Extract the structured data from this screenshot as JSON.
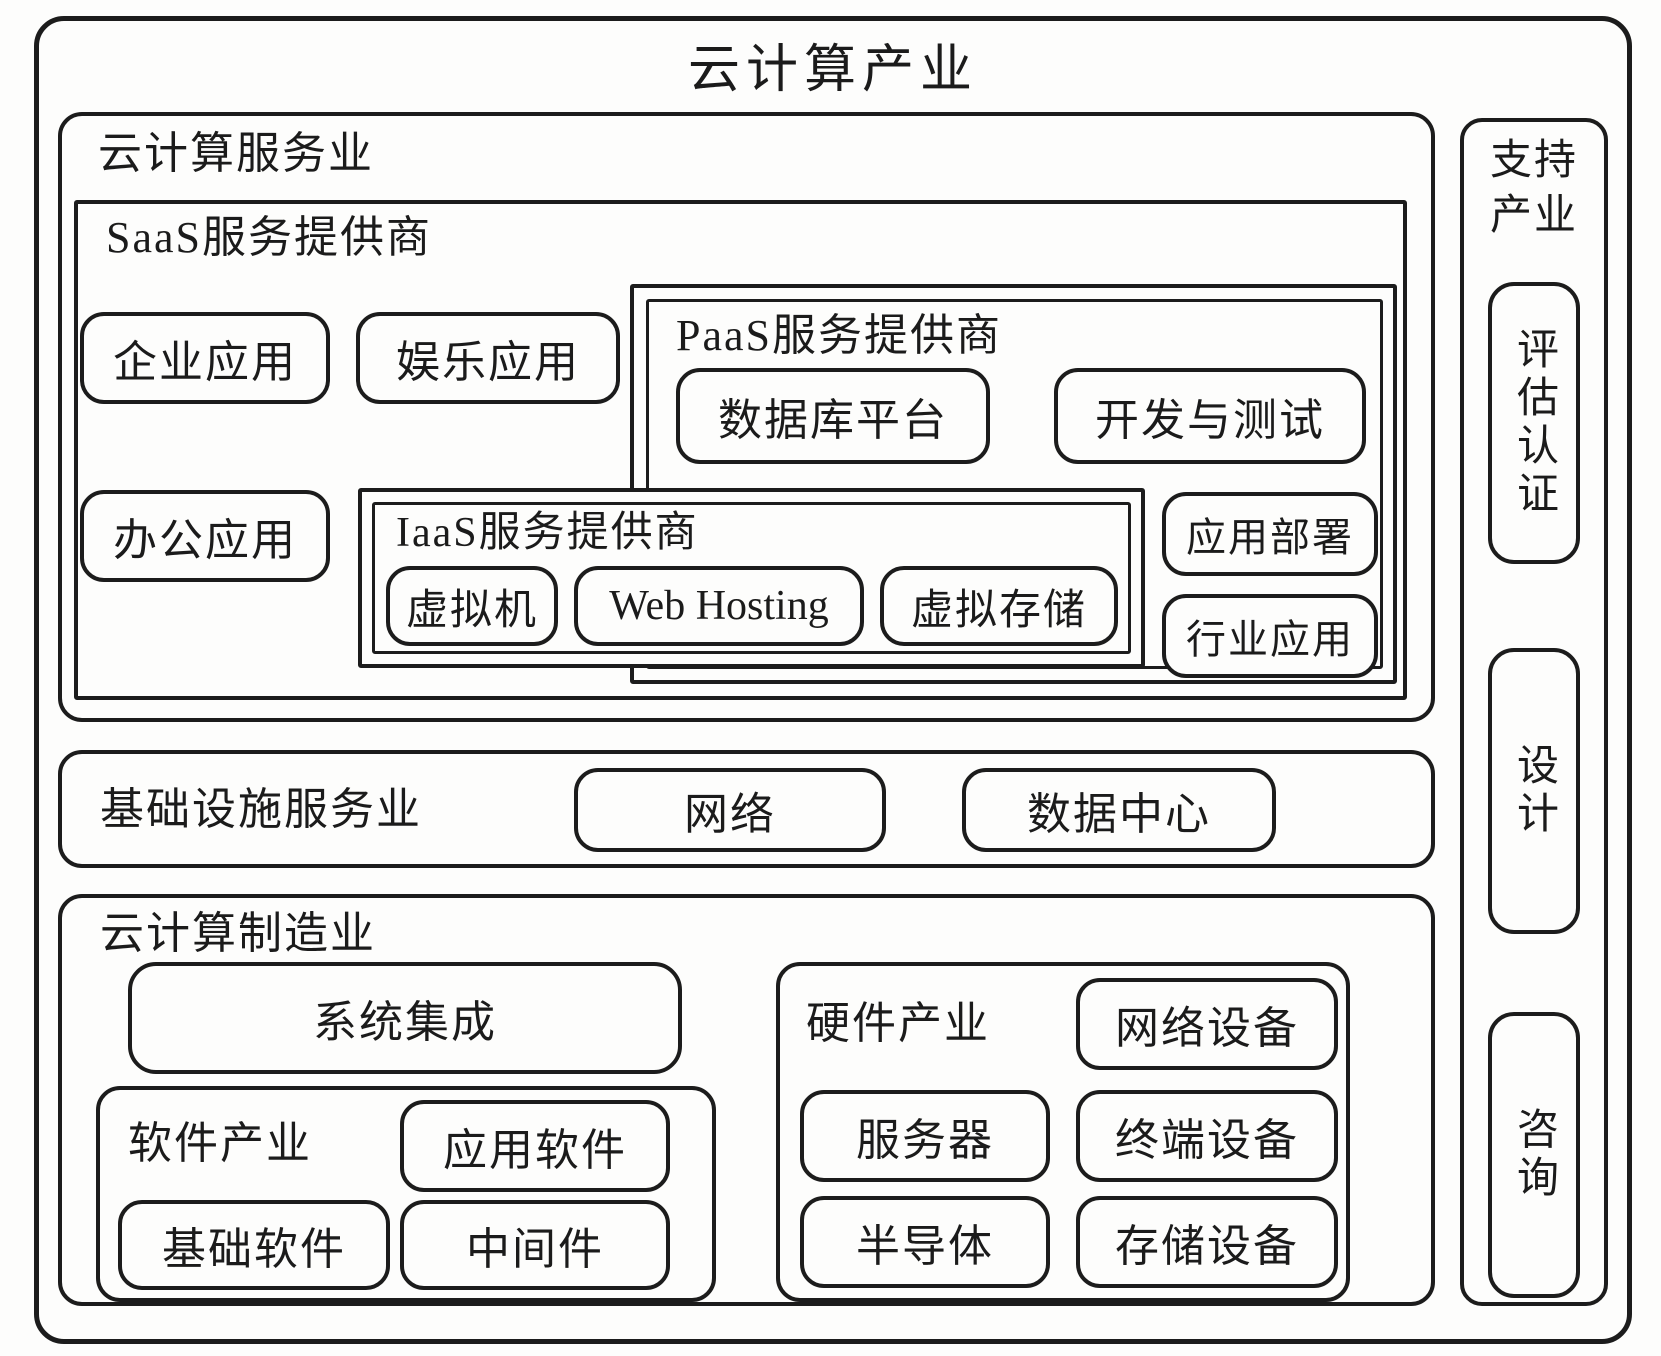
{
  "title": "云计算产业",
  "service_industry": {
    "label": "云计算服务业",
    "saas": {
      "label": "SaaS服务提供商",
      "pills": [
        "企业应用",
        "娱乐应用",
        "办公应用"
      ]
    },
    "paas": {
      "label": "PaaS服务提供商",
      "pills": [
        "数据库平台",
        "开发与测试",
        "应用部署",
        "行业应用"
      ]
    },
    "iaas": {
      "label": "IaaS服务提供商",
      "pills": [
        "虚拟机",
        "Web Hosting",
        "虚拟存储"
      ]
    }
  },
  "infrastructure_industry": {
    "label": "基础设施服务业",
    "pills": [
      "网络",
      "数据中心"
    ]
  },
  "manufacturing_industry": {
    "label": "云计算制造业",
    "system_integration": "系统集成",
    "software": {
      "label": "软件产业",
      "pills": [
        "应用软件",
        "基础软件",
        "中间件"
      ]
    },
    "hardware": {
      "label": "硬件产业",
      "pills": [
        "网络设备",
        "服务器",
        "终端设备",
        "半导体",
        "存储设备"
      ]
    }
  },
  "support_industry": {
    "label": "支持产业",
    "pills": [
      "评估认证",
      "设计",
      "咨询"
    ]
  },
  "colors": {
    "ink": "#1c1c1c",
    "paper": "#fdfdfc"
  }
}
